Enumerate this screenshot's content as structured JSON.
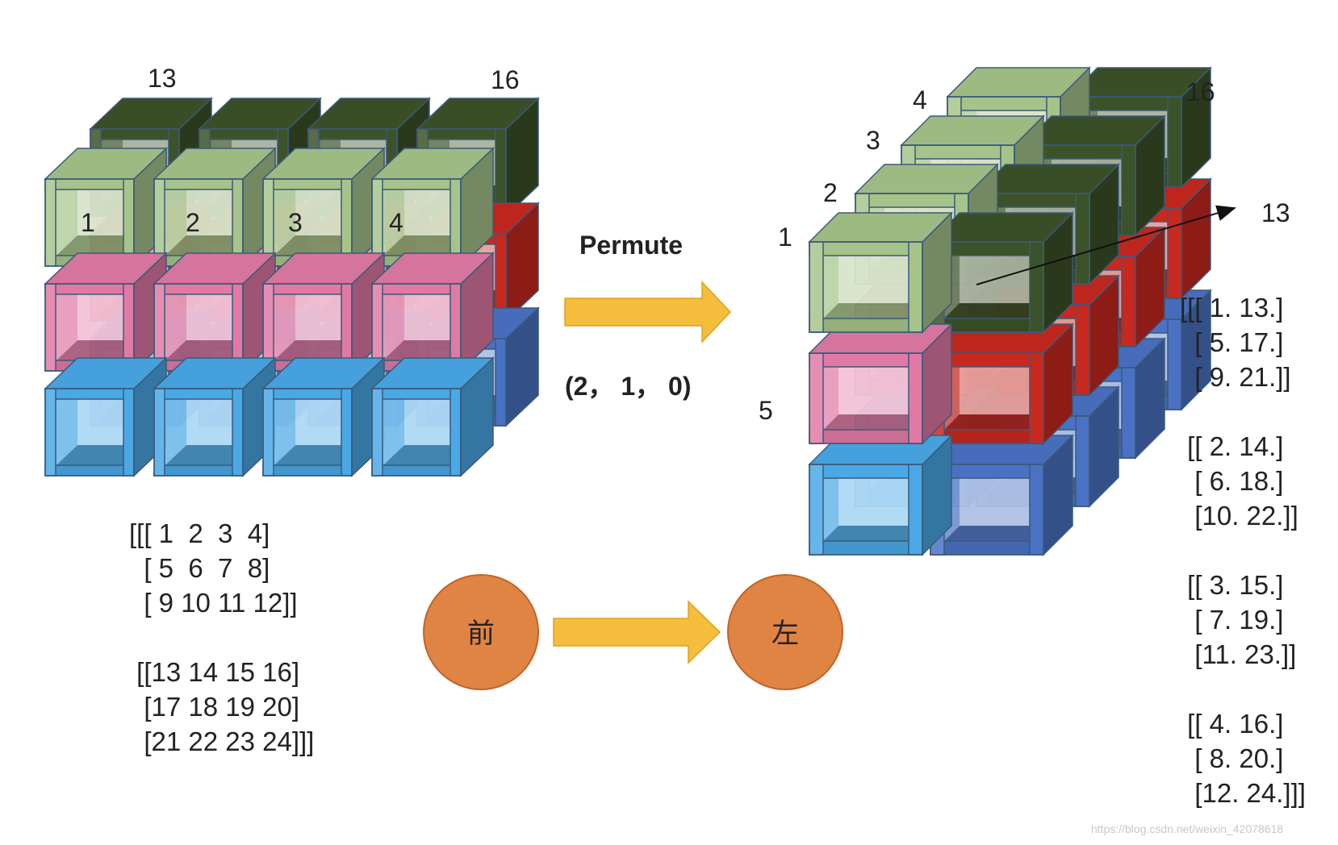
{
  "left_labels": [
    "1",
    "2",
    "3",
    "4",
    "13",
    "16"
  ],
  "right_labels": [
    "1",
    "2",
    "3",
    "4",
    "5",
    "13",
    "16"
  ],
  "operation": {
    "name": "Permute",
    "args": "(2，  1，  0)"
  },
  "mapping": {
    "from": "前",
    "to": "左"
  },
  "matrix_left": "[[[ 1  2  3  4]\n  [ 5  6  7  8]\n  [ 9 10 11 12]]\n\n [[13 14 15 16]\n  [17 18 19 20]\n  [21 22 23 24]]]",
  "matrix_right": "[[[ 1. 13.]\n  [ 5. 17.]\n  [ 9. 21.]]\n\n [[ 2. 14.]\n  [ 6. 18.]\n  [10. 22.]]\n\n [[ 3. 15.]\n  [ 7. 19.]\n  [11. 23.]]\n\n [[ 4. 16.]\n  [ 8. 20.]\n  [12. 24.]]]",
  "watermark": "https://blog.csdn.net/weixin_42078618",
  "colors": {
    "green_light": "#a6c48a",
    "green_dark": "#3c5228",
    "pink": "#e07aa4",
    "red": "#c8281e",
    "blue": "#4aa8e6",
    "blue_dark": "#4a72c4",
    "arrow": "#f5bd3c",
    "circle": "#e08444"
  }
}
